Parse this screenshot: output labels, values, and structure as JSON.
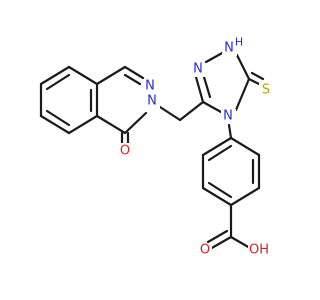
{
  "molecule": {
    "atoms": {
      "n_phthalazine_1": "N",
      "n_phthalazine_2": "N",
      "o_carbonyl": "O",
      "n_triazole_1": "N",
      "n_triazole_2": "N",
      "n_triazole_3": "N",
      "h_triazole": "H",
      "s_thione": "S",
      "o_acid_carbonyl": "O",
      "o_acid_hydroxyl": "OH"
    },
    "colors": {
      "bond": "#1a1a1a",
      "nitrogen": "#2b2bd6",
      "oxygen": "#e02020",
      "sulfur": "#b8a600"
    }
  }
}
